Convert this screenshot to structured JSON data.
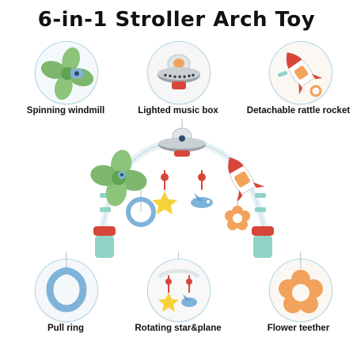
{
  "title": "6-in-1 Stroller Arch Toy",
  "features": [
    {
      "label": "Spinning windmill",
      "icon": "windmill-icon"
    },
    {
      "label": "Lighted music box",
      "icon": "ufo-music-box-icon"
    },
    {
      "label": "Detachable rattle rocket",
      "icon": "rocket-rattle-icon"
    },
    {
      "label": "Pull ring",
      "icon": "pull-ring-icon"
    },
    {
      "label": "Rotating star&plane",
      "icon": "star-plane-icon"
    },
    {
      "label": "Flower teether",
      "icon": "flower-teether-icon"
    }
  ],
  "colors": {
    "green": "#8cc47b",
    "blue": "#7fb3d9",
    "red": "#d8463a",
    "orange": "#f2a25b",
    "yellow": "#f6d23a",
    "mint": "#8fd4c7",
    "ring_border": "#a9d4e3"
  }
}
